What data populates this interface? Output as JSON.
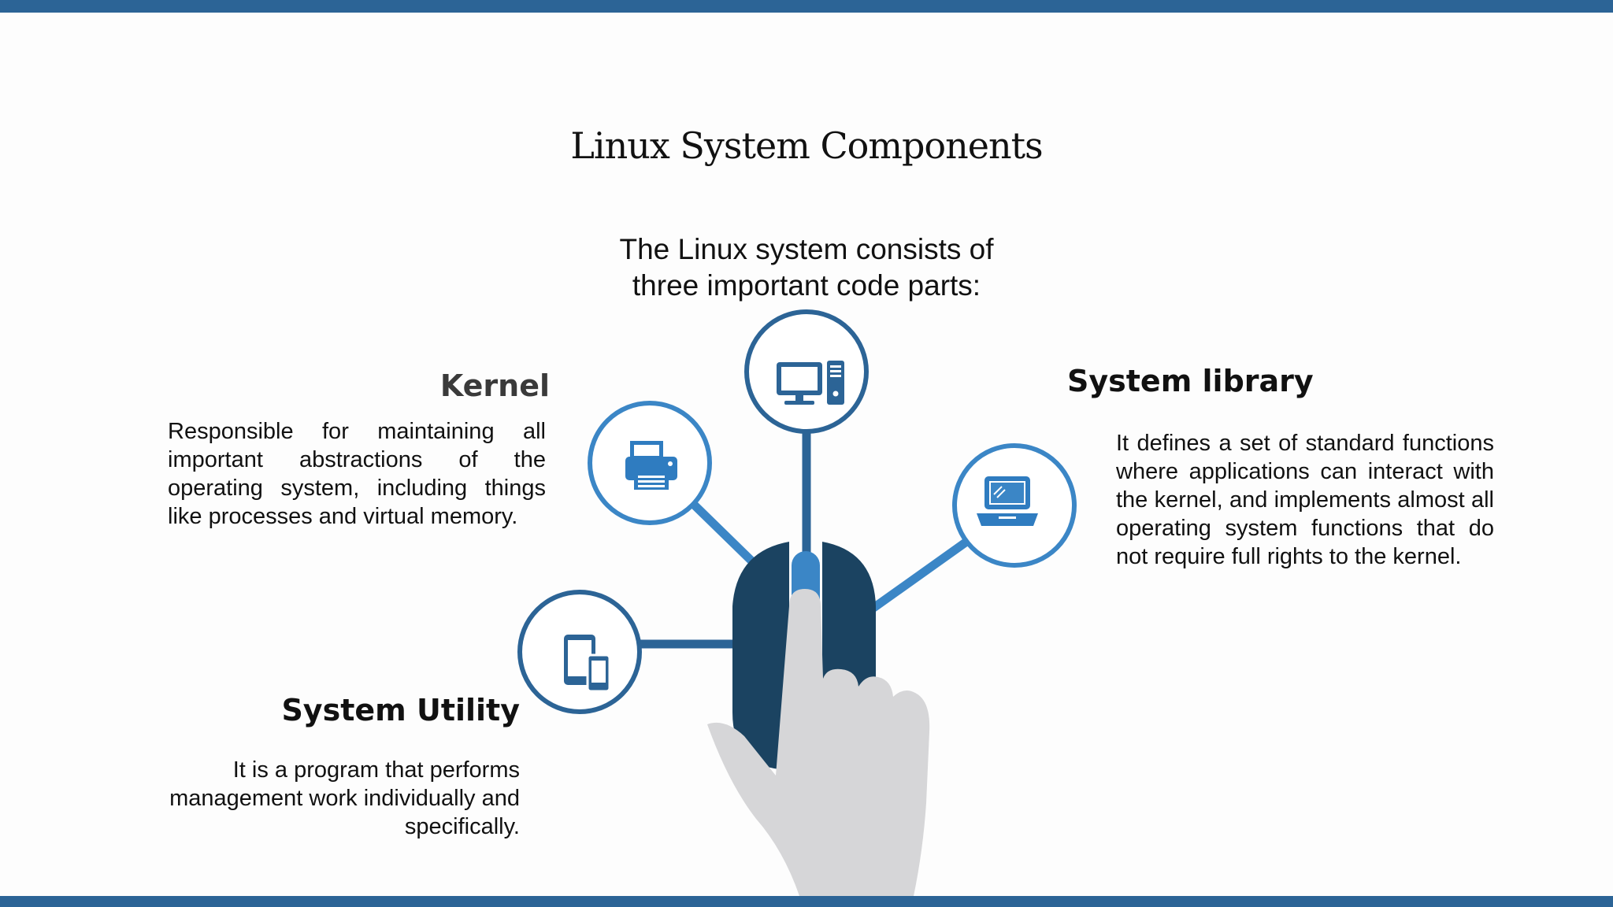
{
  "slide": {
    "title": "Linux System Components",
    "subtitle_line1": "The Linux system consists of",
    "subtitle_line2": "three important code parts:"
  },
  "components": {
    "kernel": {
      "heading": "Kernel",
      "text": "Responsible for maintaining all important abstractions of the operating system, including things like processes and virtual memory."
    },
    "system_library": {
      "heading": "System library",
      "text": "It defines a set of standard functions where applications can interact with the kernel, and implements almost all operating system functions that do not require full rights to the kernel."
    },
    "system_utility": {
      "heading": "System Utility",
      "text": "It is a program that performs management work individually and specifically."
    }
  },
  "icons": [
    "desktop-computer-icon",
    "printer-icon",
    "laptop-icon",
    "tablet-phone-icon",
    "hand-mouse-icon"
  ],
  "colors": {
    "accent": "#2c6496",
    "icon_blue": "#2f7cc0",
    "mouse_dark": "#1b4361",
    "hand_gray": "#d6d6d8"
  }
}
